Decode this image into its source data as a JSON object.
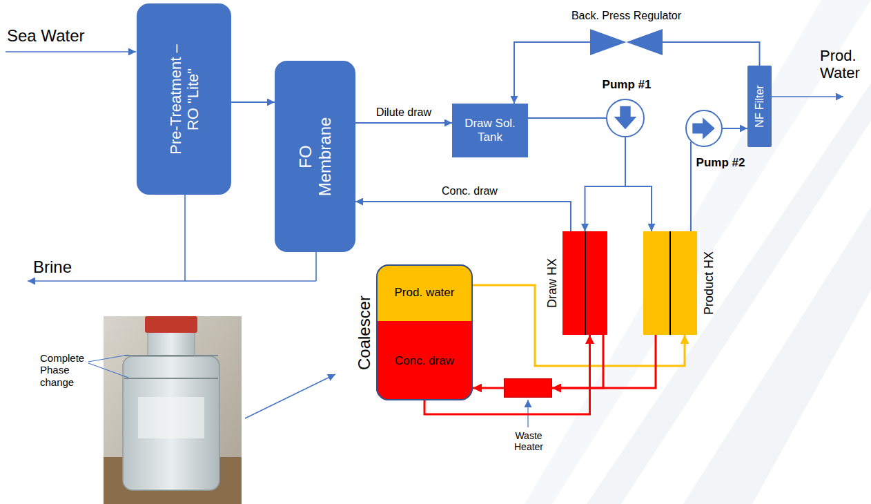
{
  "diagram": {
    "nodes": [
      {
        "text": [
          "Pre-Treatment – RO \"Lite\""
        ]
      },
      {
        "text": [
          "FO Membrane"
        ]
      },
      {
        "text": [
          "Draw Sol. Tank"
        ]
      },
      {
        "text": [
          "Back. Press Regulator"
        ]
      },
      {
        "text": [
          "Pump #1"
        ]
      },
      {
        "text": [
          "NF Filter"
        ]
      },
      {
        "text": [
          "Pump #2"
        ]
      },
      {
        "text": [
          "Draw HX"
        ]
      },
      {
        "text": [
          "Product HX"
        ]
      },
      {
        "text": [
          "Coalescer"
        ]
      },
      {
        "text": [
          "Prod. water"
        ],
        "in": 9
      },
      {
        "text": [
          "Conc. draw"
        ],
        "in": 9
      },
      {
        "text": [
          "Waste Heater"
        ]
      }
    ],
    "edges": [
      {
        "from": 0,
        "to": 1,
        "arrow": "to"
      },
      {
        "from": 1,
        "to": 2,
        "arrow": "to",
        "label": "Dilute draw"
      },
      {
        "from": 2,
        "to": 4,
        "arrow": "none"
      },
      {
        "from": 4,
        "to": 7,
        "arrow": "to"
      },
      {
        "from": 4,
        "to": 8,
        "arrow": "to"
      },
      {
        "from": 7,
        "to": 1,
        "arrow": "to",
        "label": "Conc. draw"
      },
      {
        "from": 8,
        "to": 6,
        "arrow": "none"
      },
      {
        "from": 6,
        "to": 5,
        "arrow": "to"
      },
      {
        "from": 5,
        "to": 3,
        "arrow": "none"
      },
      {
        "from": 3,
        "to": 2,
        "arrow": "to"
      },
      {
        "from": 10,
        "to": 8,
        "arrow": "to"
      },
      {
        "from": 11,
        "to": 7,
        "arrow": "to"
      },
      {
        "from": 7,
        "to": 12,
        "arrow": "to"
      },
      {
        "from": 8,
        "to": 12,
        "arrow": "to"
      },
      {
        "from": 12,
        "to": 11,
        "arrow": "to"
      }
    ],
    "labels": [
      "Sea Water",
      "Brine",
      "Prod. Water",
      "Complete Phase change"
    ]
  }
}
